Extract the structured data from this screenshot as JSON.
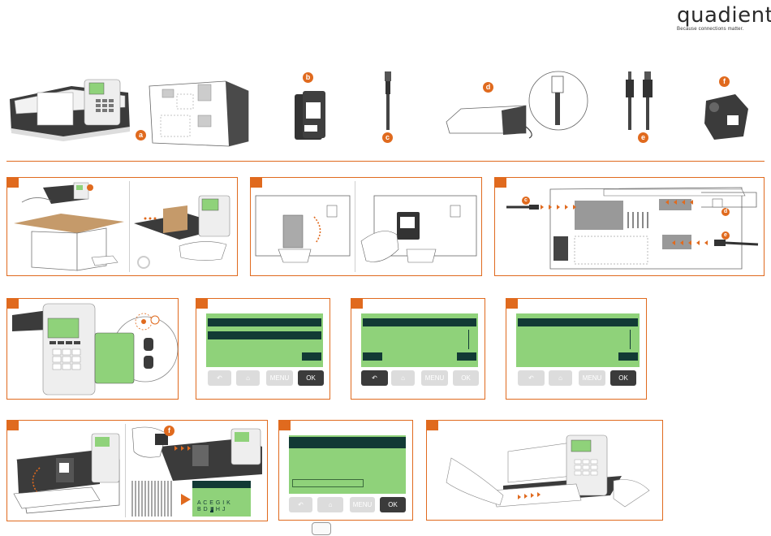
{
  "brand": {
    "name": "quadient",
    "tagline": "Because connections matter."
  },
  "parts": [
    {
      "letter": "a"
    },
    {
      "letter": "b"
    },
    {
      "letter": "c"
    },
    {
      "letter": "d"
    },
    {
      "letter": "e"
    },
    {
      "letter": "f"
    }
  ],
  "screens": {
    "menu_label": "MENU",
    "ok_label": "OK"
  },
  "ink_demo": {
    "row1": "A C E G I K",
    "row2_a": "B D ",
    "row2_b": "F",
    "row2_c": " H J"
  },
  "colors": {
    "accent": "#e06a1e",
    "lcd": "#8fd27a",
    "bar": "#123a35"
  }
}
